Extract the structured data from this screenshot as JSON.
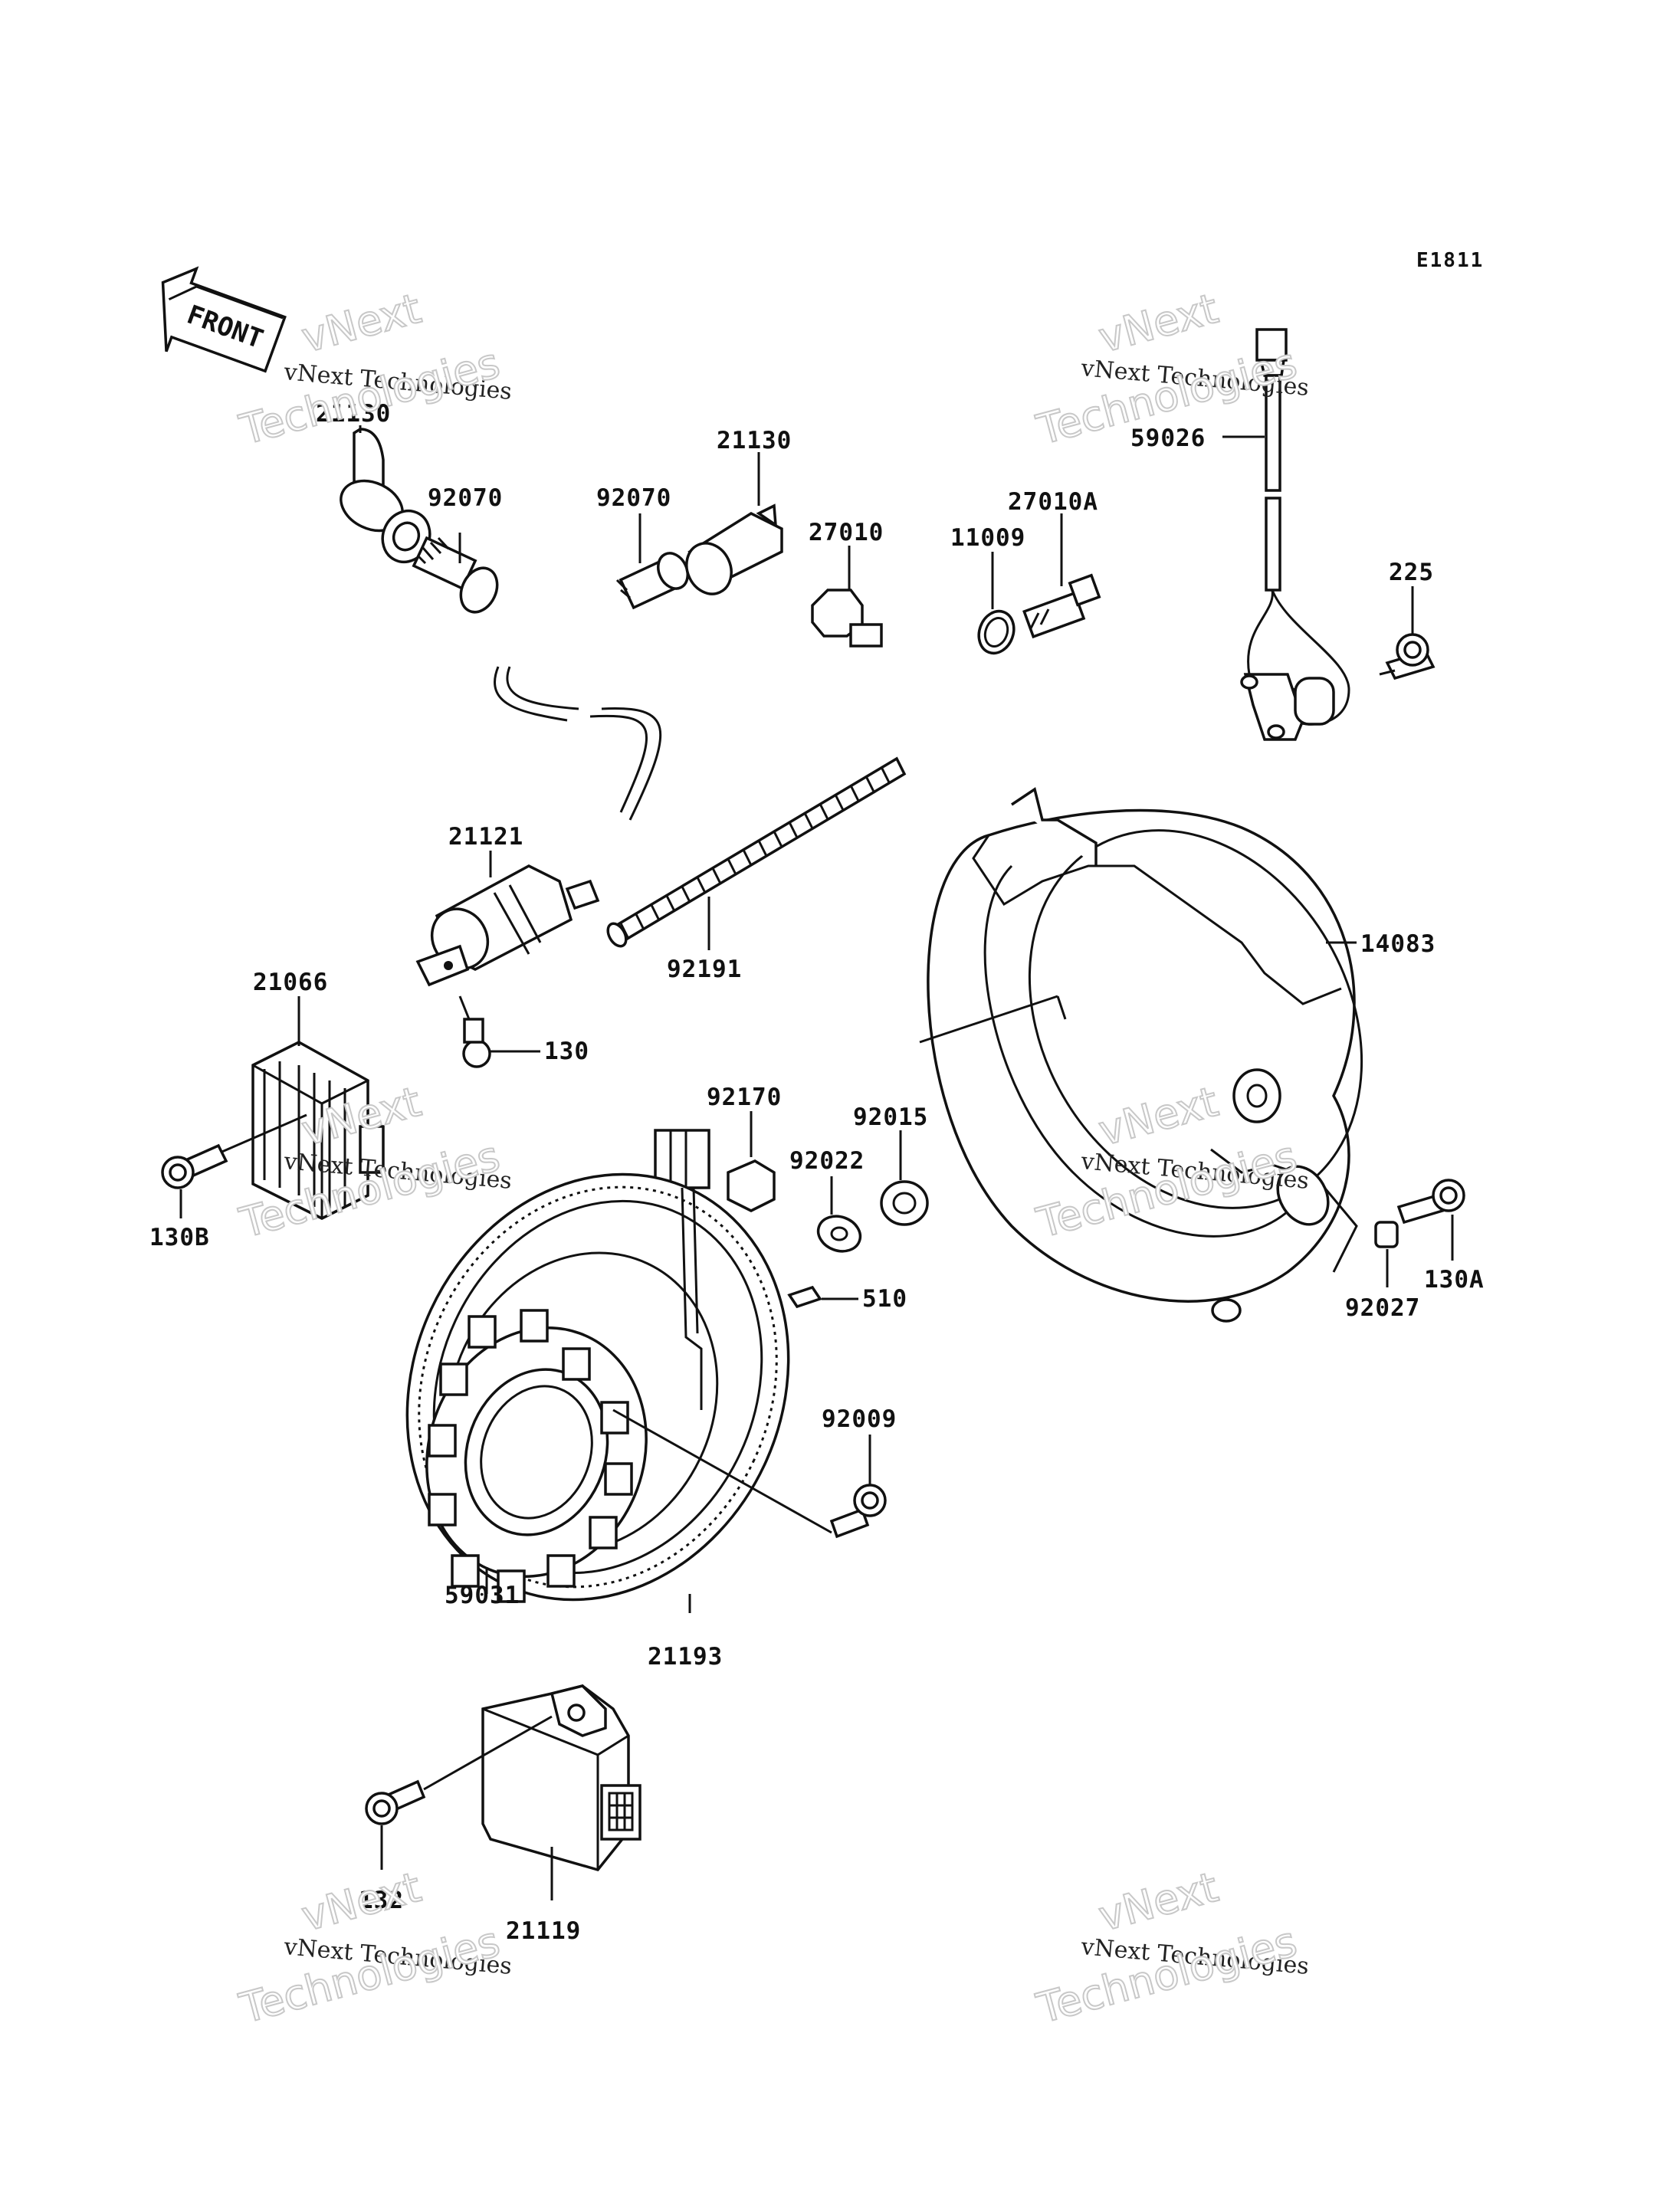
{
  "diagram": {
    "code": "E1811",
    "front_label": "FRONT",
    "watermark": {
      "line1": "vNext",
      "line2": "vNext Technologies",
      "line3": "Technologies"
    },
    "labels": {
      "p21130_left": "21130",
      "p92070_left": "92070",
      "p92070_mid": "92070",
      "p21130_mid": "21130",
      "p27010": "27010",
      "p11009": "11009",
      "p27010A": "27010A",
      "p59026": "59026",
      "p225": "225",
      "p21121": "21121",
      "p92191": "92191",
      "p14083": "14083",
      "p21066": "21066",
      "p130": "130",
      "p130B": "130B",
      "p92170": "92170",
      "p92022": "92022",
      "p92015": "92015",
      "p510": "510",
      "p92027": "92027",
      "p130A": "130A",
      "p92009": "92009",
      "p59031": "59031",
      "p21193": "21193",
      "p132": "132",
      "p21119": "21119"
    }
  }
}
